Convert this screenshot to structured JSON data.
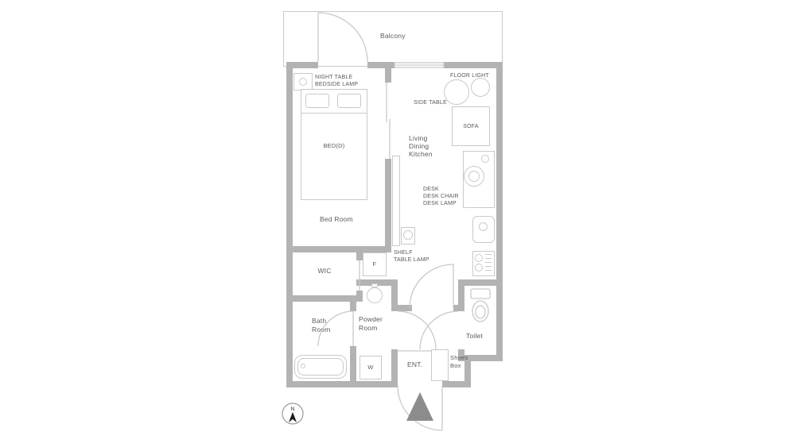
{
  "colors": {
    "wall": "#b3b3b3",
    "line": "#c9c9c9",
    "text": "#5a5a5a",
    "compass": "#1a1a1a",
    "entrance_arrow": "#8c8c8c"
  },
  "plan": {
    "balcony_label": "Balcony",
    "bedroom": {
      "label": "Bed Room",
      "bed_label": "BED(D)",
      "night_table_label": "NIGHT TABLE",
      "bedside_lamp_label": "BEDSIDE LAMP"
    },
    "ldk": {
      "label_lines": [
        "Living",
        "Dining",
        "Kitchen"
      ],
      "floor_light_label": "FLOOR LIGHT",
      "side_table_label": "SIDE TABLE",
      "sofa_label": "SOFA",
      "desk_label_lines": [
        "DESK",
        "DESK CHAIR",
        "DESK LAMP"
      ],
      "shelf_label_lines": [
        "SHELF",
        "TABLE LAMP"
      ]
    },
    "wic_label": "WIC",
    "fridge_label": "F",
    "bath_label_lines": [
      "Bath",
      "Room"
    ],
    "powder_label_lines": [
      "Powder",
      "Room"
    ],
    "washer_label": "W",
    "toilet_label": "Toilet",
    "entrance_label": "ENT.",
    "shoes_box_label_lines": [
      "Shoes",
      "Box"
    ],
    "compass_label": "N"
  }
}
